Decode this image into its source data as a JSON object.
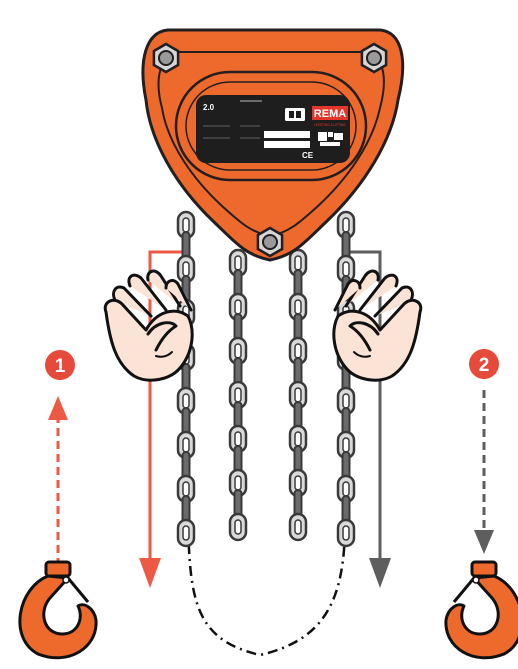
{
  "hoist": {
    "capacity_label": "2.0",
    "brand": "REMA",
    "brand_sub": "HOISTING & LIFTING",
    "ce_mark": "CE"
  },
  "steps": [
    {
      "number": "1",
      "direction": "up"
    },
    {
      "number": "2",
      "direction": "down"
    }
  ],
  "colors": {
    "hoist_orange": "#ee6a2c",
    "hoist_outline": "#231f20",
    "up_arrow": "#ec5a45",
    "down_arrow": "#5e5e5e",
    "badge": "#e64a3a",
    "skin": "#fbe3d6",
    "chain": "#3a3a3a",
    "plate": "#1e1e1e"
  },
  "icons": [
    "hand-icon",
    "hook-icon",
    "chain-icon",
    "bolt-icon"
  ]
}
